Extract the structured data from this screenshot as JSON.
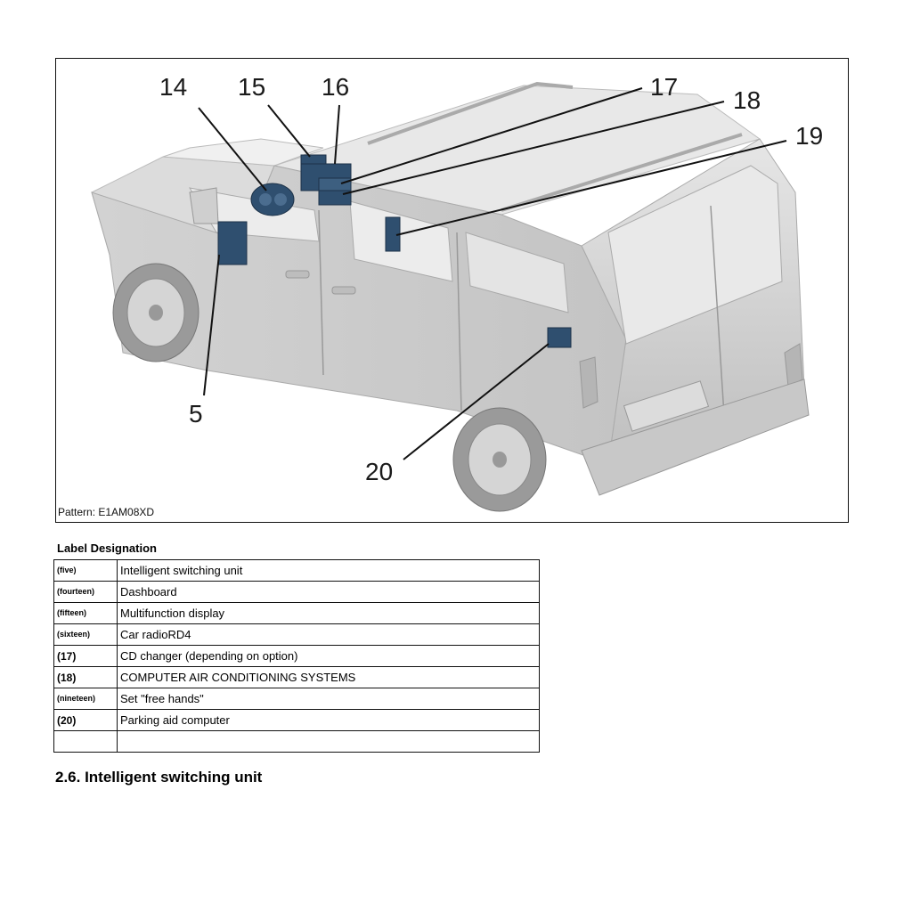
{
  "figure": {
    "callouts": [
      {
        "id": "5",
        "label": "5"
      },
      {
        "id": "14",
        "label": "14"
      },
      {
        "id": "15",
        "label": "15"
      },
      {
        "id": "16",
        "label": "16"
      },
      {
        "id": "17",
        "label": "17"
      },
      {
        "id": "18",
        "label": "18"
      },
      {
        "id": "19",
        "label": "19"
      },
      {
        "id": "20",
        "label": "20"
      }
    ],
    "caption": "Pattern: E1AM08XD",
    "colors": {
      "vehicle_body": "#cfcfcf",
      "component": "#2f4f6f"
    }
  },
  "legend": {
    "title": "Label Designation",
    "rows": [
      {
        "number": "(five)",
        "description": "Intelligent switching unit"
      },
      {
        "number": "(fourteen)",
        "description": "Dashboard"
      },
      {
        "number": "(fifteen)",
        "description": "Multifunction display"
      },
      {
        "number": "(sixteen)",
        "description": "Car radioRD4"
      },
      {
        "number": "(17)",
        "description": "CD changer (depending on option)"
      },
      {
        "number": "(18)",
        "description": "COMPUTER AIR CONDITIONING SYSTEMS"
      },
      {
        "number": "(nineteen)",
        "description": "Set \"free hands\""
      },
      {
        "number": "(20)",
        "description": "Parking aid computer"
      },
      {
        "number": "",
        "description": ""
      }
    ]
  },
  "section": {
    "heading": "2.6. Intelligent switching unit"
  }
}
